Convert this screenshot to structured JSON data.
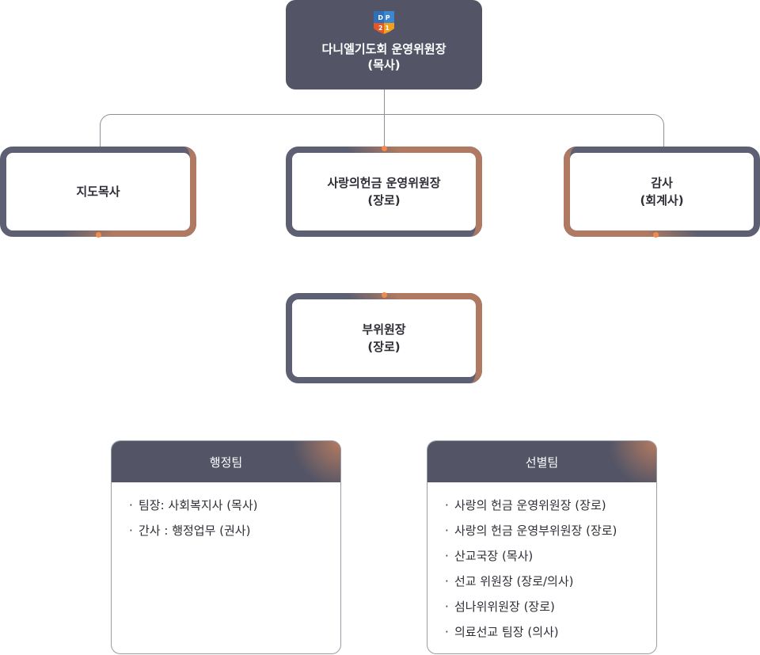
{
  "root": {
    "logo_top": "D P",
    "logo_bottom": "2 1",
    "title_line1": "다니엘기도회 운영위원장",
    "title_line2": "(목사)"
  },
  "level2": [
    {
      "line1": "지도목사",
      "line2": ""
    },
    {
      "line1": "사랑의헌금 운영위원장",
      "line2": "(장로)"
    },
    {
      "line1": "감사",
      "line2": "(회계사)"
    }
  ],
  "vice": {
    "line1": "부위원장",
    "line2": "(장로)"
  },
  "teams": [
    {
      "title": "행정팀",
      "items": [
        "팀장: 사회복지사 (목사)",
        "간사 : 행정업무 (권사)"
      ]
    },
    {
      "title": "선별팀",
      "items": [
        "사랑의 헌금 운영위원장 (장로)",
        "사랑의 헌금 운영부위원장 (장로)",
        "산교국장 (목사)",
        "선교 위원장 (장로/의사)",
        "섬나위위원장 (장로)",
        "의료선교 팀장 (의사)"
      ]
    }
  ],
  "colors": {
    "box_dark": "#535567",
    "border": "#5d6072",
    "accent": "#b07a62",
    "dot": "#f28a4e"
  },
  "bullet": "·"
}
